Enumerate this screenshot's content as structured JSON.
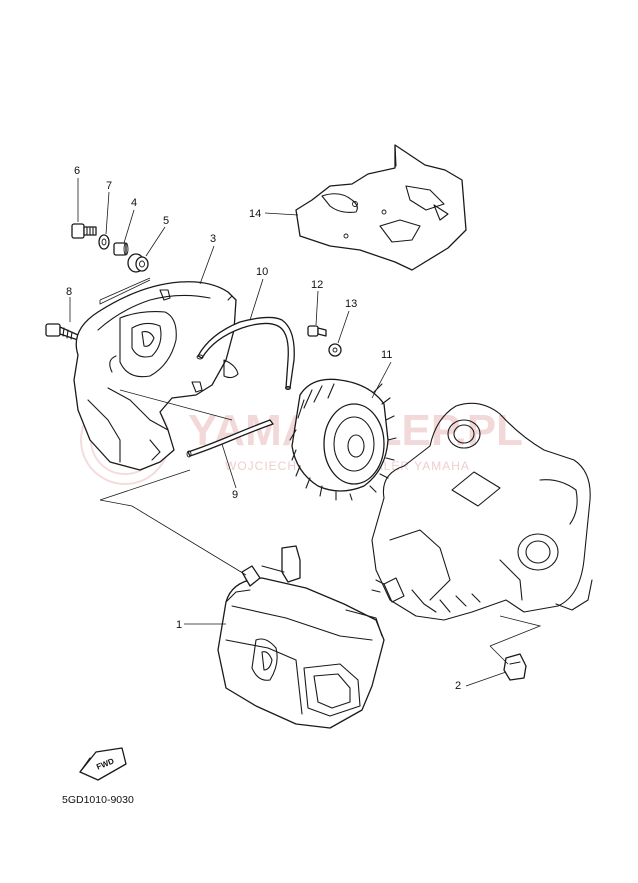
{
  "diagram": {
    "code": "5GD1010-9030",
    "fwd_label": "FWD",
    "callouts": {
      "p1": "1",
      "p2": "2",
      "p3": "3",
      "p4": "4",
      "p5": "5",
      "p6": "6",
      "p7": "7",
      "p8": "8",
      "p9": "9",
      "p10": "10",
      "p11": "11",
      "p12": "12",
      "p13": "13",
      "p14": "14"
    }
  },
  "watermark": {
    "title": "YAMASKLEP.PL",
    "subtitle": "WOJCIECH SASIN - DEALER YAMAHA"
  }
}
